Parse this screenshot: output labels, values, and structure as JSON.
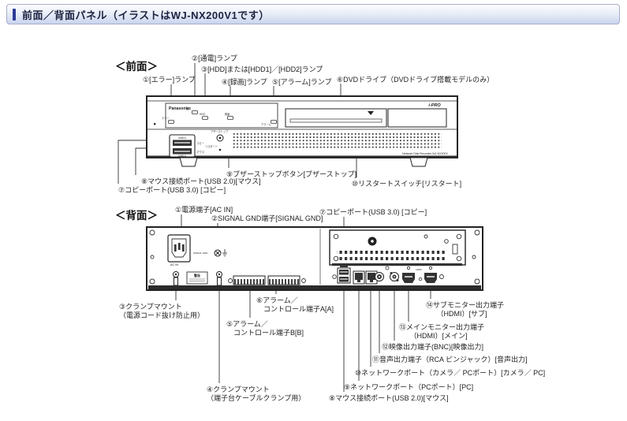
{
  "header": {
    "title": "前面／背面パネル（イラストはWJ-NX200V1です）",
    "accent_color": "#2e3a97"
  },
  "front": {
    "title": "＜前面＞",
    "labels": {
      "l1": "①[エラー]ランプ",
      "l2": "②[通電]ランプ",
      "l3": "③[HDD]または[HDD1]／[HDD2]ランプ",
      "l4": "④[録画]ランプ",
      "l5": "⑤[アラーム]ランプ",
      "l6": "⑥DVDドライブ（DVDドライブ搭載モデルのみ）",
      "l7": "⑦コピーポート(USB 3.0) [コピー]",
      "l8": "⑧マウス接続ポート(USB 2.0)[マウス]",
      "l9": "⑨ブザーストップボタン[ブザーストップ]",
      "l10": "⑩リスタートスイッチ[リスタート]"
    },
    "device": {
      "brand": "Panasonic",
      "logo": "i-PRO",
      "model_text": "Network Disk Recorder WJ-NX200V",
      "usb_top_label": "USB3.0",
      "usb_bottom_label": "USB2.0",
      "copy_label": "コピー",
      "mouse_label": "マウス",
      "buzzer_label": "ブザーストップ",
      "restart_label": "リスタート",
      "lamp_labels": [
        "エラー",
        "通電",
        "HDD",
        "録画",
        "アラーム"
      ]
    }
  },
  "back": {
    "title": "＜背面＞",
    "labels": {
      "l1": "①電源端子[AC IN]",
      "l2": "②SIGNAL GND端子[SIGNAL GND]",
      "l3": "③クランプマウント\n（電源コード抜け防止用）",
      "l4": "④クランプマウント\n（端子台ケーブルクランプ用）",
      "l5": "⑤アラーム／\n　コントロール端子B[B]",
      "l6": "⑥アラーム／\n　コントロール端子A[A]",
      "l7": "⑦コピーポート(USB 3.0) [コピー]",
      "l8": "⑧マウス接続ポート(USB 2.0)[マウス]",
      "l9": "⑨ネットワークポート（PCポート）[PC]",
      "l10": "⑩ネットワークポート（カメラ／ PCポート）[カメラ／ PC]",
      "l11": "⑪音声出力端子（RCA ピンジャック）[音声出力]",
      "l12": "⑫映像出力端子(BNC)[映像出力]",
      "l13": "⑬メインモニター出力端子\n　　（HDMI）[メイン]",
      "l14": "⑭サブモニター出力端子\n　　（HDMI）[サブ]"
    },
    "device": {
      "ac_in_label": "AC IN",
      "signal_gnd_label": "SIGNAL GND",
      "warning_label": "警告",
      "hdmi_label": "HDMI"
    }
  }
}
